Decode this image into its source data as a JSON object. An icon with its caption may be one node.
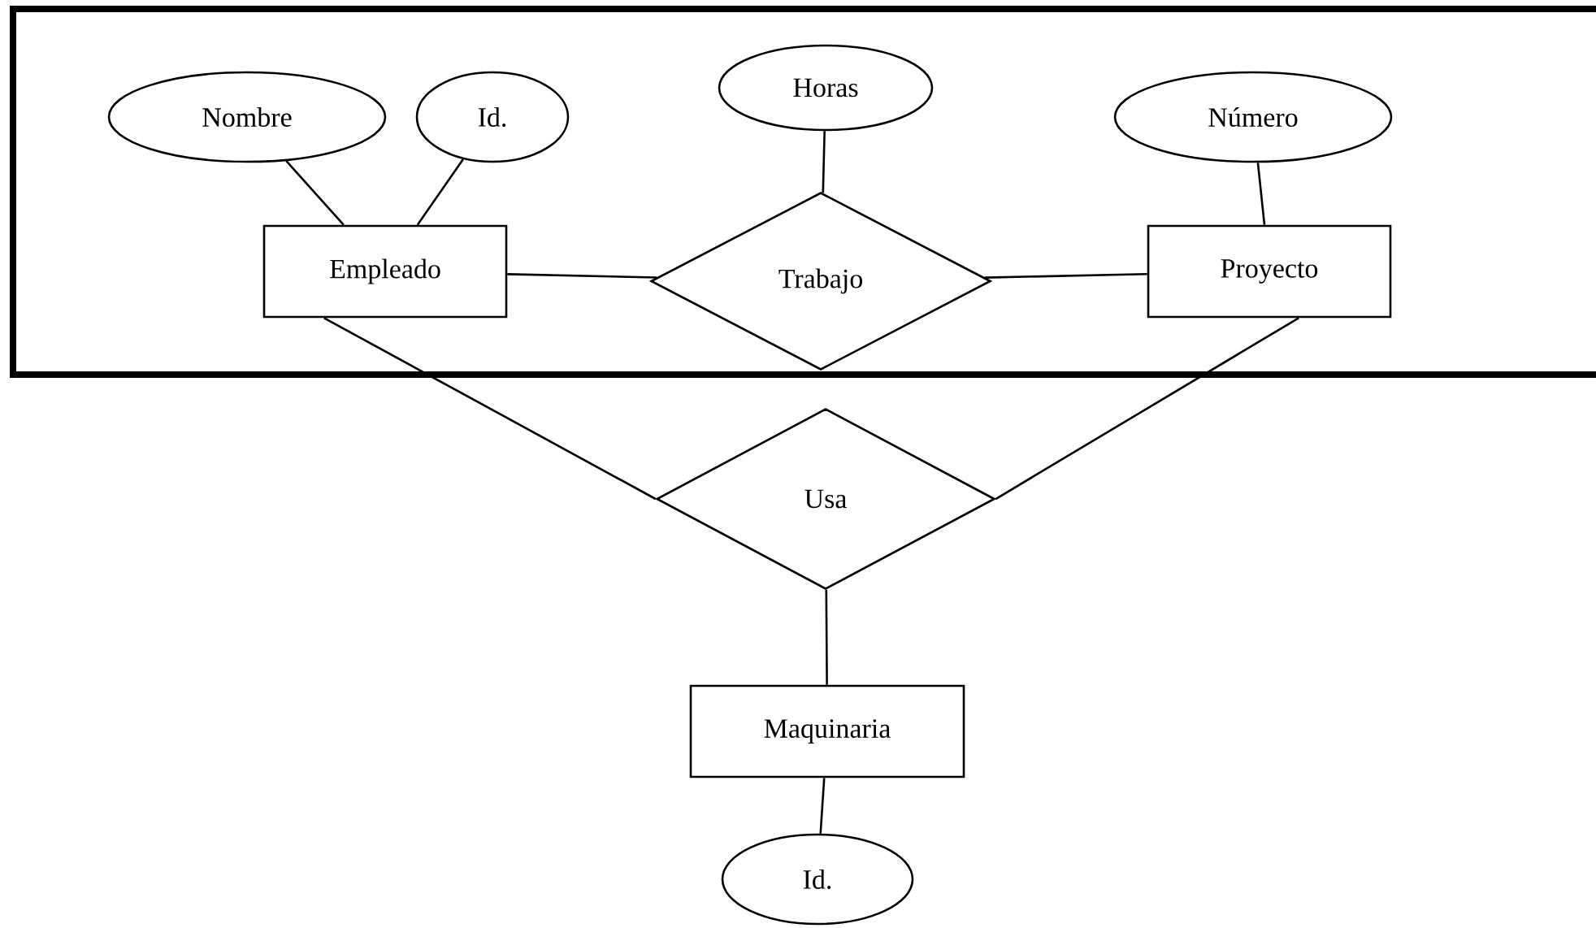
{
  "diagram": {
    "nodes": [
      {
        "text": [],
        "shape": "box"
      },
      {
        "text": [
          "Nombre"
        ],
        "in": 0
      },
      {
        "text": [
          "Id."
        ],
        "in": 0
      },
      {
        "text": [
          "Horas"
        ],
        "in": 0
      },
      {
        "text": [
          "Número"
        ],
        "in": 0
      },
      {
        "text": [
          "Empleado"
        ],
        "in": 0
      },
      {
        "text": [
          "Trabajo"
        ],
        "in": 0
      },
      {
        "text": [
          "Proyecto"
        ],
        "in": 0
      },
      {
        "text": [
          "Usa"
        ]
      },
      {
        "text": [
          "Maquinaria"
        ]
      },
      {
        "text": [
          "Id."
        ]
      }
    ],
    "edges": [
      {
        "from": 1,
        "to": 5,
        "arrow": "none"
      },
      {
        "from": 2,
        "to": 5,
        "arrow": "none"
      },
      {
        "from": 3,
        "to": 6,
        "arrow": "none"
      },
      {
        "from": 4,
        "to": 7,
        "arrow": "none"
      },
      {
        "from": 5,
        "to": 6,
        "arrow": "none"
      },
      {
        "from": 6,
        "to": 7,
        "arrow": "none"
      },
      {
        "from": 5,
        "to": 8,
        "arrow": "none"
      },
      {
        "from": 7,
        "to": 8,
        "arrow": "none"
      },
      {
        "from": 8,
        "to": 9,
        "arrow": "none"
      },
      {
        "from": 9,
        "to": 10,
        "arrow": "none"
      }
    ]
  }
}
